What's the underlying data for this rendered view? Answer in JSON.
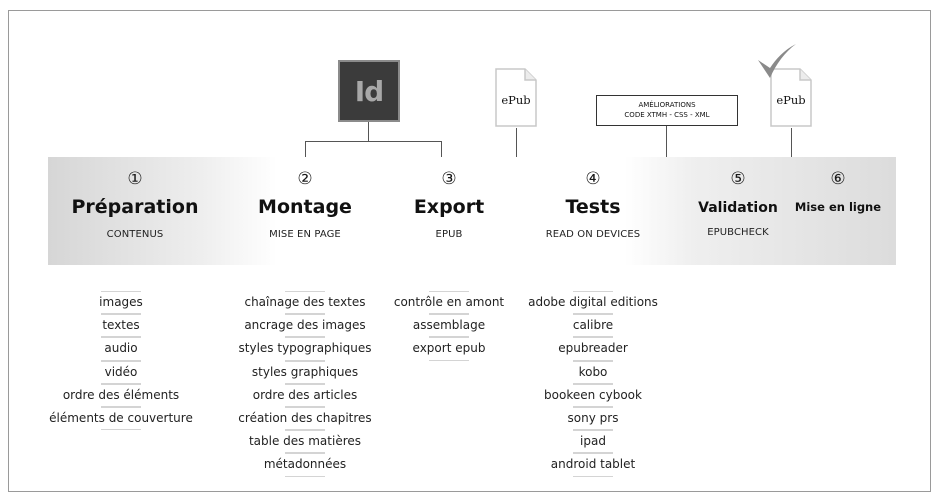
{
  "steps": [
    {
      "number": "①",
      "title": "Préparation",
      "subtitle": "CONTENUS"
    },
    {
      "number": "②",
      "title": "Montage",
      "subtitle": "MISE EN PAGE"
    },
    {
      "number": "③",
      "title": "Export",
      "subtitle": "EPUB"
    },
    {
      "number": "④",
      "title": "Tests",
      "subtitle": "READ ON DEVICES"
    },
    {
      "number": "⑤",
      "title": "Validation",
      "subtitle": "EPUBCHECK"
    },
    {
      "number": "⑥",
      "title": "Mise en ligne"
    }
  ],
  "lists": {
    "preparation": [
      "images",
      "textes",
      "audio",
      "vidéo",
      "ordre des éléments",
      "éléments de couverture"
    ],
    "montage": [
      "chaînage des textes",
      "ancrage des images",
      "styles typographiques",
      "styles graphiques",
      "ordre des articles",
      "création des chapitres",
      "table des matières",
      "métadonnées"
    ],
    "export": [
      "contrôle en amont",
      "assemblage",
      "export epub"
    ],
    "tests": [
      "adobe digital editions",
      "calibre",
      "epubreader",
      "kobo",
      "bookeen cybook",
      "sony prs",
      "ipad",
      "android tablet"
    ]
  },
  "indesign_logo": "Id",
  "epub_label_export": "ePub",
  "epub_label_validation": "ePub",
  "improvements_note": {
    "line1": "AMÉLIORATIONS",
    "line2": "CODE XTMH - CSS - XML"
  },
  "icons": {
    "indesign": "indesign-logo-icon",
    "epub": "epub-file-icon",
    "checkmark": "checkmark-icon"
  },
  "colors": {
    "band_gray": "#d6d6d6",
    "logo_bg": "#3b3b3b",
    "logo_text": "#a8a8a8",
    "connector": "#555555"
  }
}
